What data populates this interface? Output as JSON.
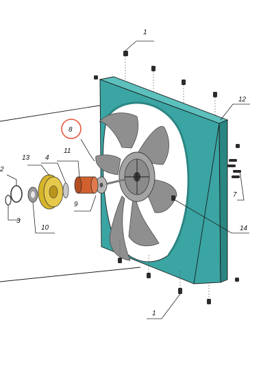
{
  "labels": {
    "l1_top": "1",
    "l1_bottom": "1",
    "l2": "2",
    "l3": "3",
    "l4": "4",
    "l7": "7",
    "l8": "8",
    "l9": "9",
    "l10": "10",
    "l11": "11",
    "l12": "12",
    "l13": "13",
    "l14": "14"
  },
  "colors": {
    "shroud": "#3aa5a3",
    "shroud_dark": "#2b8583",
    "shroud_light": "#5cc0bd",
    "fan": "#8f8f8f",
    "fan_dark": "#5f5f5f",
    "hub_brass": "#d6b42a",
    "motor_orange": "#d2602e",
    "highlight_circle": "#e8553a"
  },
  "icons": {
    "fan": "fan-blade-icon",
    "bolt": "bolt-icon",
    "highlight": "highlight-circle-icon"
  }
}
